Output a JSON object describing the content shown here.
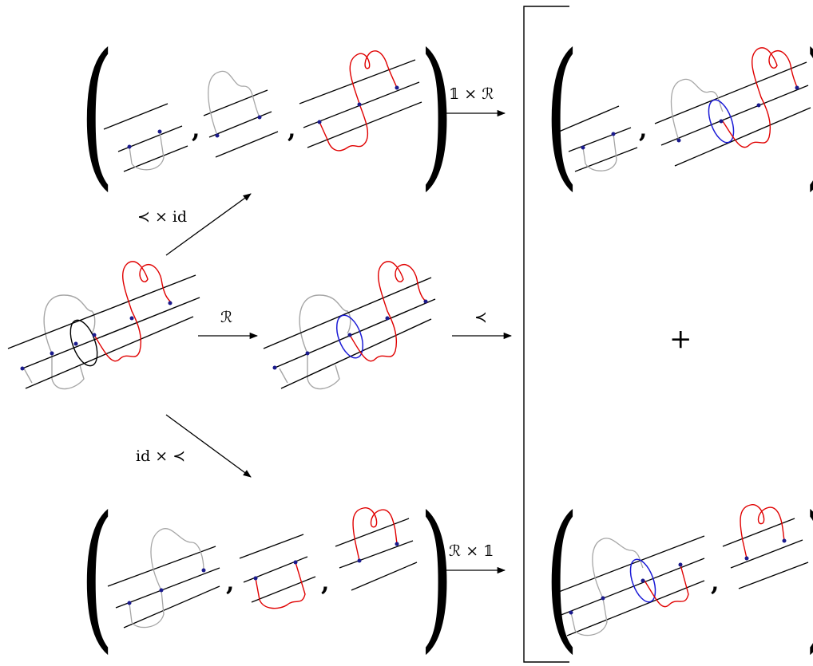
{
  "labels": {
    "top_arrow": "𝟙 × ℛ",
    "mid_arrow_1": "ℛ",
    "mid_arrow_2": "≺",
    "bottom_arrow": "ℛ × 𝟙",
    "diag_up": "≺ × id",
    "diag_down": "id × ≺",
    "plus": "+",
    "comma": ","
  },
  "colors": {
    "line": "#000000",
    "gray_strand": "#a6a6a6",
    "red_strand": "#e00000",
    "blue_loop": "#1a1ad6",
    "dot": "#1a1a8c"
  }
}
